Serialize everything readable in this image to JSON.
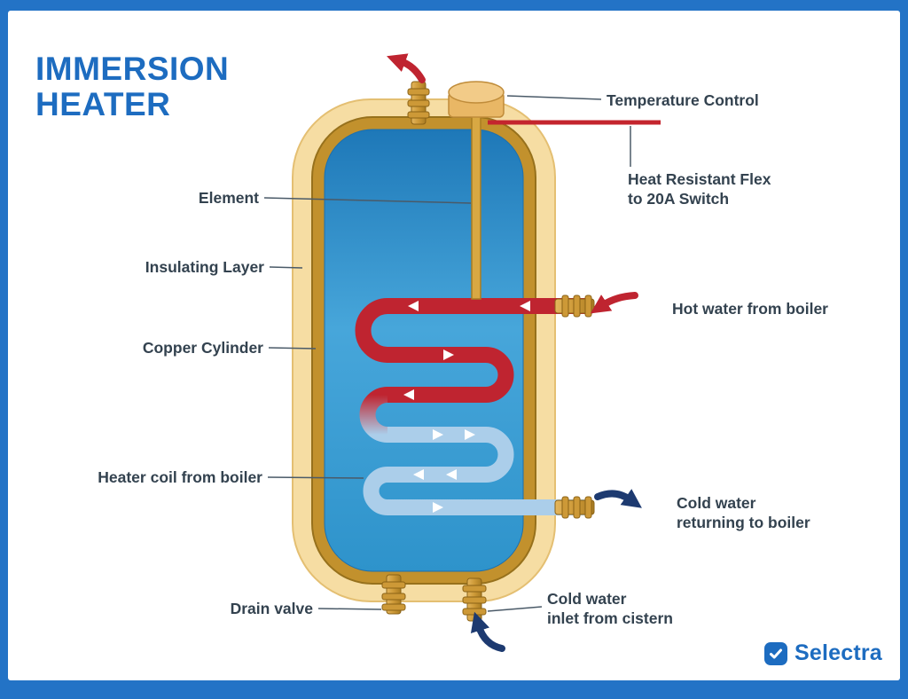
{
  "title": {
    "line1": "IMMERSION",
    "line2": "HEATER"
  },
  "labels": {
    "temperature_control": "Temperature Control",
    "heat_resistant_flex_line1": "Heat Resistant Flex",
    "heat_resistant_flex_line2": "to 20A Switch",
    "element": "Element",
    "insulating_layer": "Insulating Layer",
    "copper_cylinder": "Copper Cylinder",
    "heater_coil": "Heater coil from boiler",
    "hot_water_from_boiler": "Hot water from boiler",
    "cold_water_returning_line1": "Cold water",
    "cold_water_returning_line2": "returning to boiler",
    "drain_valve": "Drain valve",
    "cold_water_inlet_line1": "Cold water",
    "cold_water_inlet_line2": "inlet from cistern"
  },
  "brand": {
    "name": "Selectra"
  },
  "colors": {
    "frame_blue": "#2373c6",
    "title_blue": "#1d6cc0",
    "label_text": "#33424f",
    "insulation": "#f6dda3",
    "insulation_edge": "#e4bf72",
    "copper": "#c2912d",
    "copper_edge": "#97711c",
    "water_top": "#1e78b8",
    "water_mid": "#47a6da",
    "water_bottom": "#2e93cb",
    "hot_pipe": "#bf2430",
    "cold_pipe": "#abceea",
    "navy_arrow": "#1d3a70",
    "brass": "#cd9937",
    "brass_edge": "#8a6216",
    "leader_line": "#4a5a68"
  }
}
